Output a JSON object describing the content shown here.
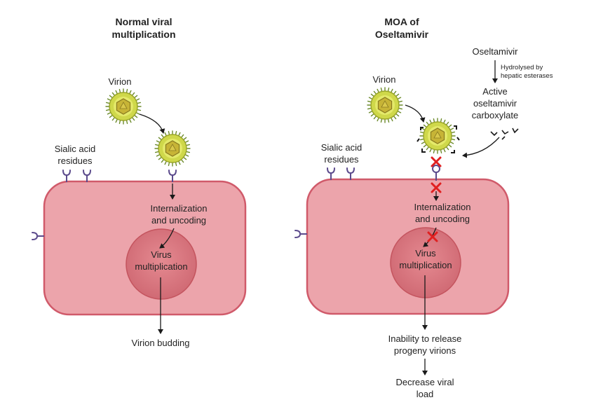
{
  "left_panel": {
    "title_line1": "Normal viral",
    "title_line2": "multiplication",
    "virion_label": "Virion",
    "sialic_line1": "Sialic acid",
    "sialic_line2": "residues",
    "intern_line1": "Internalization",
    "intern_line2": "and uncoding",
    "virus_line1": "Virus",
    "virus_line2": "multiplication",
    "budding_label": "Virion budding"
  },
  "right_panel": {
    "title_line1": "MOA of",
    "title_line2": "Oseltamivir",
    "drug_label": "Oseltamivir",
    "hydro_line1": "Hydrolysed by",
    "hydro_line2": "hepatic esterases",
    "active_line1": "Active",
    "active_line2": "oseltamivir",
    "active_line3": "carboxylate",
    "virion_label": "Virion",
    "sialic_line1": "Sialic acid",
    "sialic_line2": "residues",
    "intern_line1": "Internalization",
    "intern_line2": "and uncoding",
    "virus_line1": "Virus",
    "virus_line2": "multiplication",
    "inability_line1": "Inability to release",
    "inability_line2": "progeny virions",
    "decrease_line1": "Decrease viral",
    "decrease_line2": "load"
  },
  "colors": {
    "cell_fill": "#eca4ab",
    "cell_stroke": "#d05a6a",
    "nucleus_fill": "#d9737b",
    "receptor": "#5b4a8c",
    "inhibit_x": "#e02020",
    "virion_fill": "#cfd84a",
    "virion_spike": "#6b8a2a"
  }
}
